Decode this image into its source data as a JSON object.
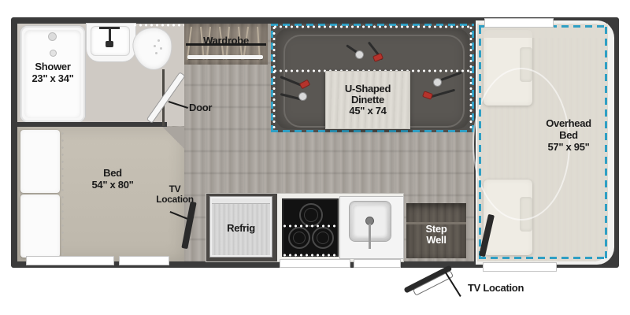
{
  "floorplan": {
    "title": "RV Floorplan",
    "accents": {
      "slide_out_dash": "#2f9fc4",
      "wall": "#3b3b3b",
      "floor": "#aaa59f",
      "upholstery": "#5a5753",
      "bed_fabric": "#c8c2b6",
      "label_text": "#1b1b1b",
      "label_text_light": "#ffffff",
      "seatbelt_buckle": "#b5332c"
    },
    "rooms": [
      {
        "id": "shower",
        "name": "Shower",
        "label_line1": "Shower",
        "label_line2": "23\" x 34\"",
        "dimensions": "23\" x 34\""
      },
      {
        "id": "wardrobe",
        "name": "Wardrobe",
        "label_line1": "Wardrobe",
        "label_line2": ""
      },
      {
        "id": "door",
        "name": "Door",
        "label_line1": "Door",
        "label_line2": ""
      },
      {
        "id": "dinette",
        "name": "U-Shaped Dinette",
        "label_line1": "U-Shaped",
        "label_line2": "Dinette",
        "label_line3": "45\" x 74",
        "dimensions": "45\" x 74"
      },
      {
        "id": "overhead-bed",
        "name": "Overhead Bed",
        "label_line1": "Overhead",
        "label_line2": "Bed",
        "label_line3": "57\" x 95\"",
        "dimensions": "57\" x 95\""
      },
      {
        "id": "bed",
        "name": "Bed",
        "label_line1": "Bed",
        "label_line2": "54\" x 80\"",
        "dimensions": "54\" x 80\""
      },
      {
        "id": "tv-location-bed",
        "name": "TV Location",
        "label_line1": "TV",
        "label_line2": "Location"
      },
      {
        "id": "refrig",
        "name": "Refrig",
        "label_line1": "Refrig",
        "label_line2": ""
      },
      {
        "id": "step-well",
        "name": "Step Well",
        "label_line1": "Step",
        "label_line2": "Well"
      },
      {
        "id": "tv-location-cab",
        "name": "TV Location",
        "label_line1": "TV Location",
        "label_line2": ""
      }
    ],
    "fixtures": [
      {
        "id": "toilet",
        "name": "toilet"
      },
      {
        "id": "vanity-sink",
        "name": "bathroom-sink"
      },
      {
        "id": "cooktop",
        "name": "three-burner-cooktop"
      },
      {
        "id": "galley-sink",
        "name": "kitchen-sink"
      },
      {
        "id": "seat-belts",
        "name": "dinette-seat-belts",
        "count": 4
      },
      {
        "id": "pillows",
        "name": "bed-pillows",
        "count": 2
      },
      {
        "id": "cab-seats",
        "name": "cab-seats",
        "count": 2
      }
    ]
  }
}
